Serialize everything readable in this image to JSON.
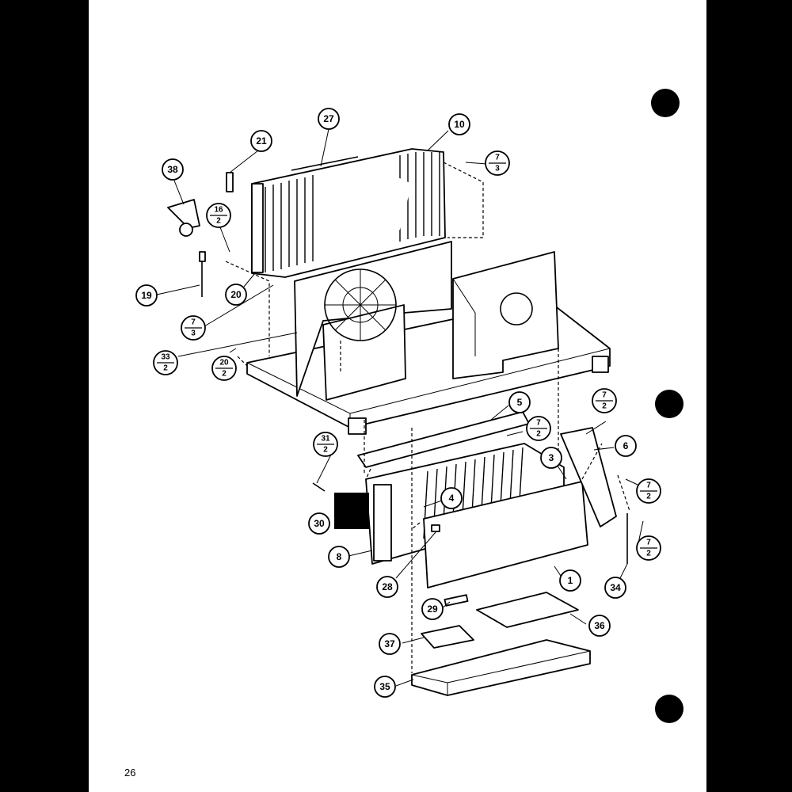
{
  "page_number": "26",
  "colors": {
    "paper": "#ffffff",
    "ink": "#000000",
    "border": "#000000"
  },
  "callouts": [
    {
      "id": "c27",
      "label": "27"
    },
    {
      "id": "c21",
      "label": "21"
    },
    {
      "id": "c10",
      "label": "10"
    },
    {
      "id": "c38",
      "label": "38"
    },
    {
      "id": "c19",
      "label": "19"
    },
    {
      "id": "c20",
      "label": "20"
    },
    {
      "id": "c5",
      "label": "5"
    },
    {
      "id": "c6",
      "label": "6"
    },
    {
      "id": "c3",
      "label": "3"
    },
    {
      "id": "c4",
      "label": "4"
    },
    {
      "id": "c30",
      "label": "30"
    },
    {
      "id": "c8",
      "label": "8"
    },
    {
      "id": "c1",
      "label": "1"
    },
    {
      "id": "c28",
      "label": "28"
    },
    {
      "id": "c34",
      "label": "34"
    },
    {
      "id": "c29",
      "label": "29"
    },
    {
      "id": "c36",
      "label": "36"
    },
    {
      "id": "c37",
      "label": "37"
    },
    {
      "id": "c35",
      "label": "35"
    }
  ],
  "fraction_callouts": [
    {
      "id": "f1",
      "top": "7",
      "bottom": "3"
    },
    {
      "id": "f2",
      "top": "16",
      "bottom": "2"
    },
    {
      "id": "f3",
      "top": "7",
      "bottom": "3"
    },
    {
      "id": "f4",
      "top": "33",
      "bottom": "2"
    },
    {
      "id": "f5",
      "top": "20",
      "bottom": "2"
    },
    {
      "id": "f6",
      "top": "7",
      "bottom": "2"
    },
    {
      "id": "f7",
      "top": "7",
      "bottom": "2"
    },
    {
      "id": "f8",
      "top": "31",
      "bottom": "2"
    },
    {
      "id": "f9",
      "top": "7",
      "bottom": "2"
    },
    {
      "id": "f10",
      "top": "7",
      "bottom": "2"
    }
  ]
}
